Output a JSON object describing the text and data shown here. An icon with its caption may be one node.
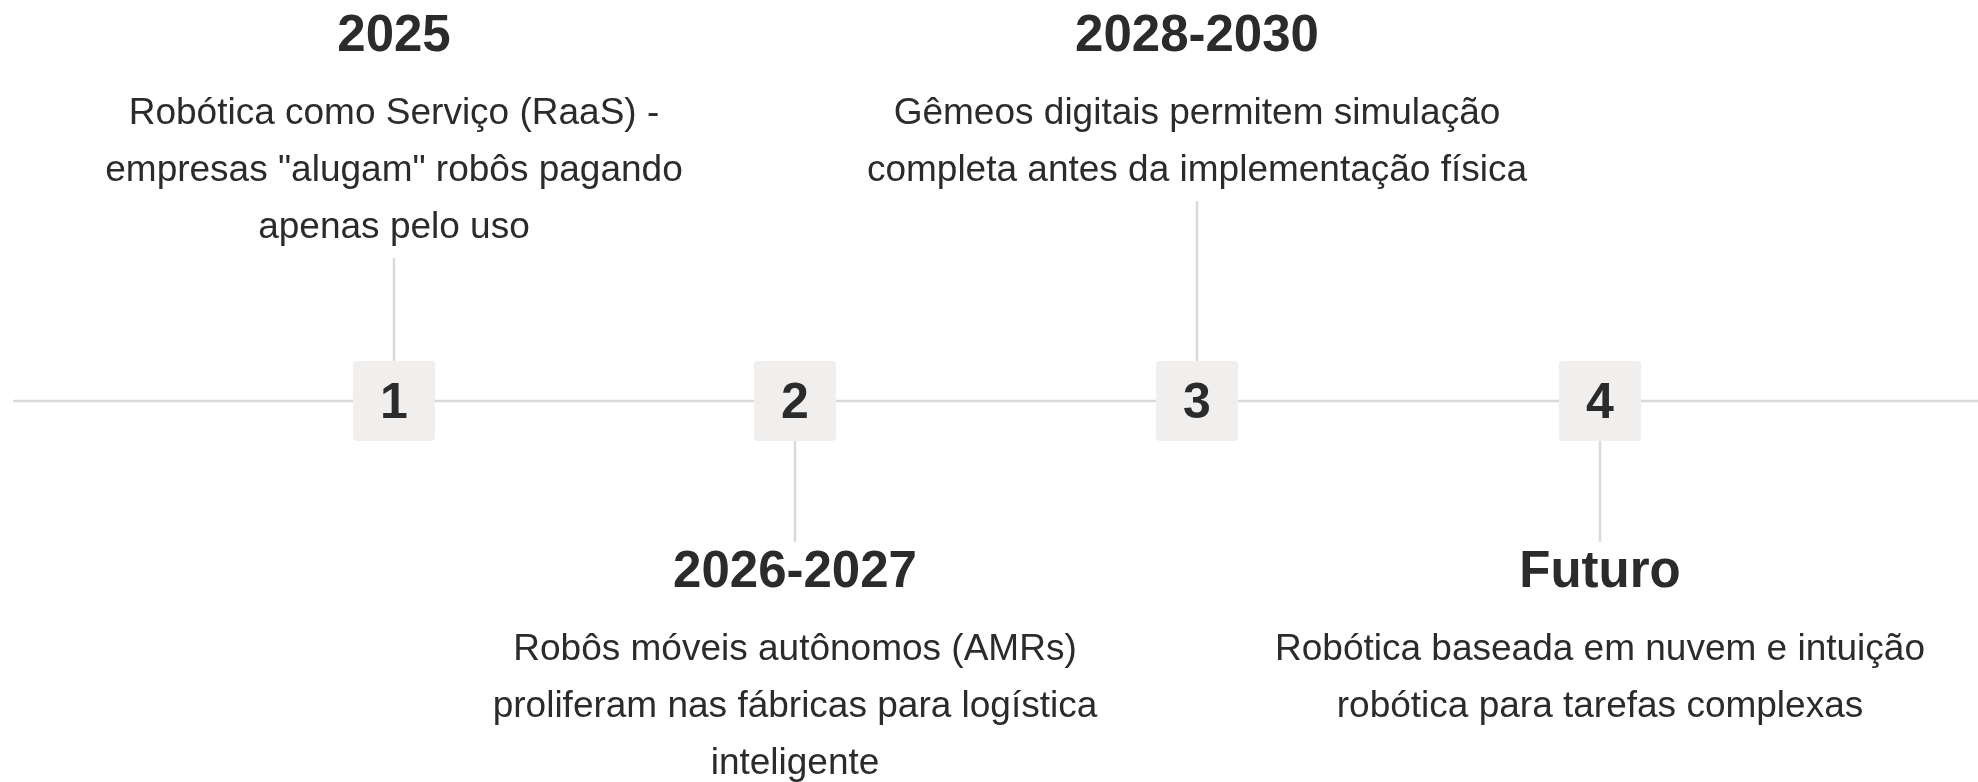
{
  "diagram": {
    "nodes": [
      {
        "text": [
          "2025",
          "Robótica como Serviço (RaaS) - empresas \"alugam\" robôs pagando apenas pelo uso"
        ]
      },
      {
        "text": [
          "1"
        ]
      },
      {
        "text": [
          "2026-2027",
          "Robôs móveis autônomos (AMRs) proliferam nas fábricas para logística inteligente"
        ]
      },
      {
        "text": [
          "2"
        ]
      },
      {
        "text": [
          "2028-2030",
          "Gêmeos digitais permitem simulação completa antes da implementação física"
        ]
      },
      {
        "text": [
          "3"
        ]
      },
      {
        "text": [
          "Futuro",
          "Robótica baseada em nuvem e intuição robótica para tarefas complexas"
        ]
      },
      {
        "text": [
          "4"
        ]
      }
    ],
    "edges": [
      {
        "from": 0,
        "to": 1,
        "arrow": "none"
      },
      {
        "from": 3,
        "to": 2,
        "arrow": "none"
      },
      {
        "from": 4,
        "to": 5,
        "arrow": "none"
      },
      {
        "from": 7,
        "to": 6,
        "arrow": "none"
      },
      {
        "from": null,
        "to": 1,
        "arrow": "none"
      },
      {
        "from": 1,
        "to": 3,
        "arrow": "none"
      },
      {
        "from": 3,
        "to": 5,
        "arrow": "none"
      },
      {
        "from": 5,
        "to": 7,
        "arrow": "none"
      },
      {
        "from": 7,
        "to": null,
        "arrow": "none"
      }
    ]
  }
}
